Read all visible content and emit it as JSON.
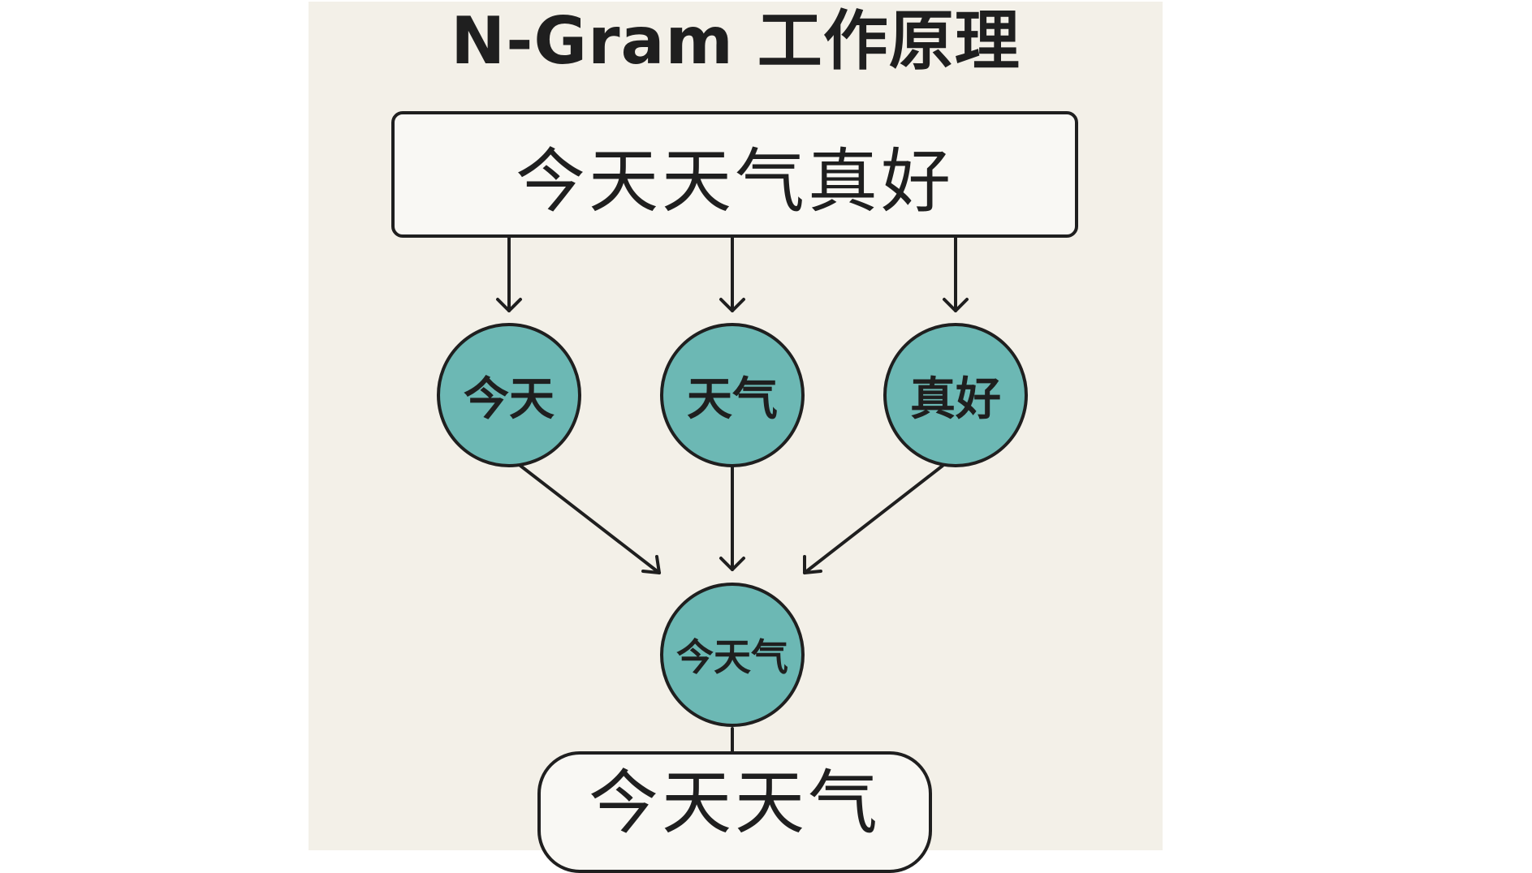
{
  "title": "N-Gram 工作原理",
  "input_sentence": "今天天气真好",
  "ngrams": [
    {
      "label": "今天"
    },
    {
      "label": "天气"
    },
    {
      "label": "真好"
    }
  ],
  "combined": {
    "label": "今天气"
  },
  "output_sentence": "今天天气",
  "colors": {
    "background": "#f3f0e8",
    "node_fill": "#6cb8b4",
    "stroke": "#1f1f1f"
  }
}
